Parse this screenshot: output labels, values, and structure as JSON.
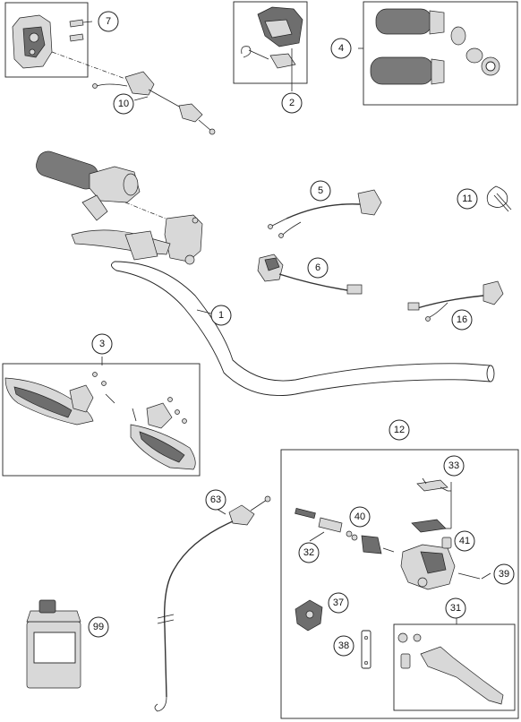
{
  "callouts": [
    {
      "id": "c7",
      "label": "7"
    },
    {
      "id": "c10",
      "label": "10"
    },
    {
      "id": "c2",
      "label": "2"
    },
    {
      "id": "c4",
      "label": "4"
    },
    {
      "id": "c5",
      "label": "5"
    },
    {
      "id": "c11",
      "label": "11"
    },
    {
      "id": "c6",
      "label": "6"
    },
    {
      "id": "c1",
      "label": "1"
    },
    {
      "id": "c16",
      "label": "16"
    },
    {
      "id": "c3",
      "label": "3"
    },
    {
      "id": "c12",
      "label": "12"
    },
    {
      "id": "c33",
      "label": "33"
    },
    {
      "id": "c63",
      "label": "63"
    },
    {
      "id": "c40",
      "label": "40"
    },
    {
      "id": "c32",
      "label": "32"
    },
    {
      "id": "c41",
      "label": "41"
    },
    {
      "id": "c39",
      "label": "39"
    },
    {
      "id": "c37",
      "label": "37"
    },
    {
      "id": "c31",
      "label": "31"
    },
    {
      "id": "c99",
      "label": "99"
    },
    {
      "id": "c38",
      "label": "38"
    }
  ]
}
